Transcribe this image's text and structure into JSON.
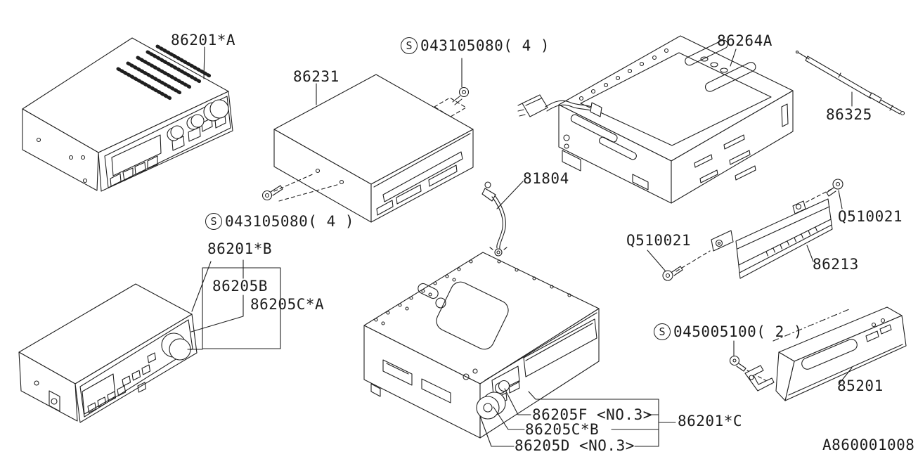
{
  "labels": {
    "radio_a": {
      "text": "86201*A"
    },
    "screw_kit_top": {
      "prefix": "S",
      "text": "043105080( 4 )"
    },
    "cd_player": {
      "text": "86231"
    },
    "bracket_cage": {
      "text": "86264A"
    },
    "antenna_rod": {
      "text": "86325"
    },
    "screw_kit_bottom": {
      "prefix": "S",
      "text": "043105080( 4 )"
    },
    "radio_b": {
      "text": "86201*B"
    },
    "knob_86205b": {
      "text": "86205B"
    },
    "knob_cap_a": {
      "text": "86205C*A"
    },
    "feeder_cord": {
      "text": "81804"
    },
    "screw_q_left": {
      "text": "Q510021"
    },
    "screw_q_right": {
      "text": "Q510021"
    },
    "pocket_trim": {
      "text": "86213"
    },
    "screw_kit_faceplate": {
      "prefix": "S",
      "text": "045005100( 2 )"
    },
    "faceplate": {
      "text": "85201"
    },
    "knob_f": {
      "text": "86205F <NO.3>"
    },
    "knob_cap_b": {
      "text": "86205C*B"
    },
    "knob_d": {
      "text": "86205D <NO.3>"
    },
    "radio_c": {
      "text": "86201*C"
    },
    "drawing_number": {
      "text": "A860001008"
    }
  }
}
